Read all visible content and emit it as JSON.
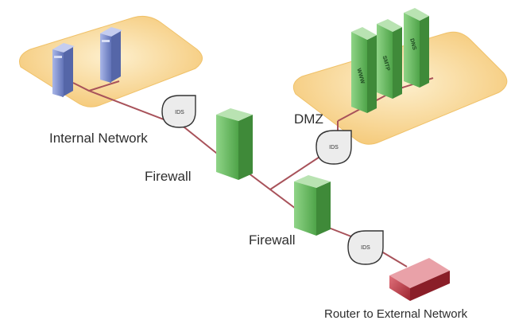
{
  "labels": {
    "internal_network": "Internal Network",
    "firewall_upper": "Firewall",
    "dmz": "DMZ",
    "firewall_lower": "Firewall",
    "router": "Router to External Network"
  },
  "ids_badges": [
    "IDS",
    "IDS",
    "IDS"
  ],
  "dmz_servers": [
    "WWW",
    "SMTP",
    "DNS"
  ],
  "colors": {
    "zone_fill": "#f7d48a",
    "link_line": "#a8525a",
    "firewall": "#5fb85a",
    "internal_server": "#7d8fcf",
    "router": "#b7323d"
  }
}
